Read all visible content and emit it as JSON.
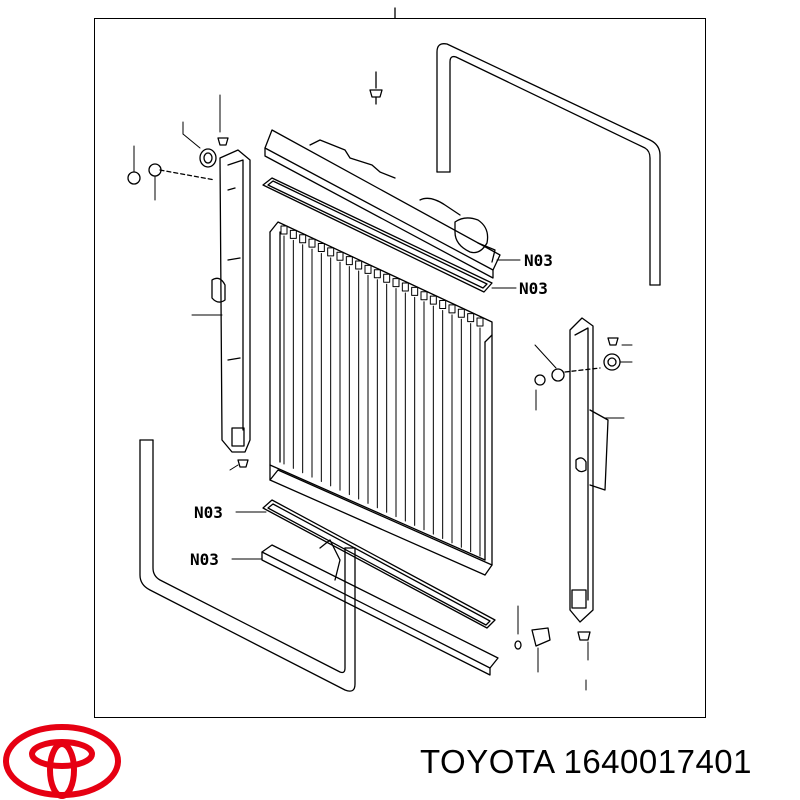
{
  "diagram": {
    "callouts": [
      {
        "id": "tank-top",
        "label": "N03"
      },
      {
        "id": "gasket-top",
        "label": "N03"
      },
      {
        "id": "gasket-bottom",
        "label": "N03"
      },
      {
        "id": "tank-bottom",
        "label": "N03"
      }
    ]
  },
  "footer": {
    "brand": "TOYOTA",
    "part_number": "1640017401",
    "caption": "TOYOTA 1640017401",
    "logo_color": "#e60012"
  }
}
